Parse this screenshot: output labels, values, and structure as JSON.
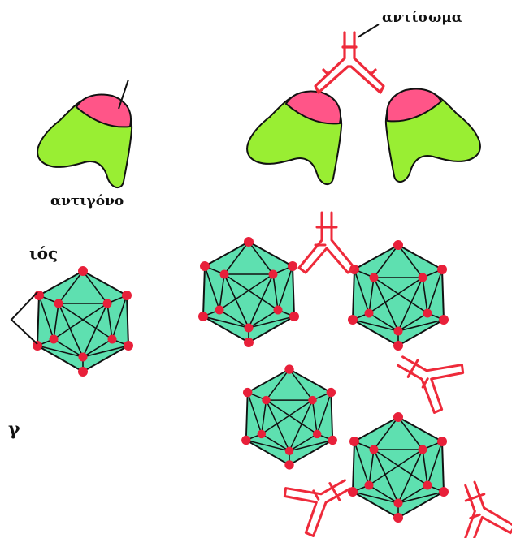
{
  "labels": {
    "antibody": "αντίσωμα",
    "antigen": "αντιγόνο",
    "virus": "ιός",
    "panel": "γ"
  },
  "colors": {
    "antigen_body": "#99ee33",
    "epitope": "#ff5588",
    "antibody": "#ee2a3a",
    "virus_face": "#5ee0b0",
    "vertex": "#e8203a",
    "outline": "#111111"
  }
}
